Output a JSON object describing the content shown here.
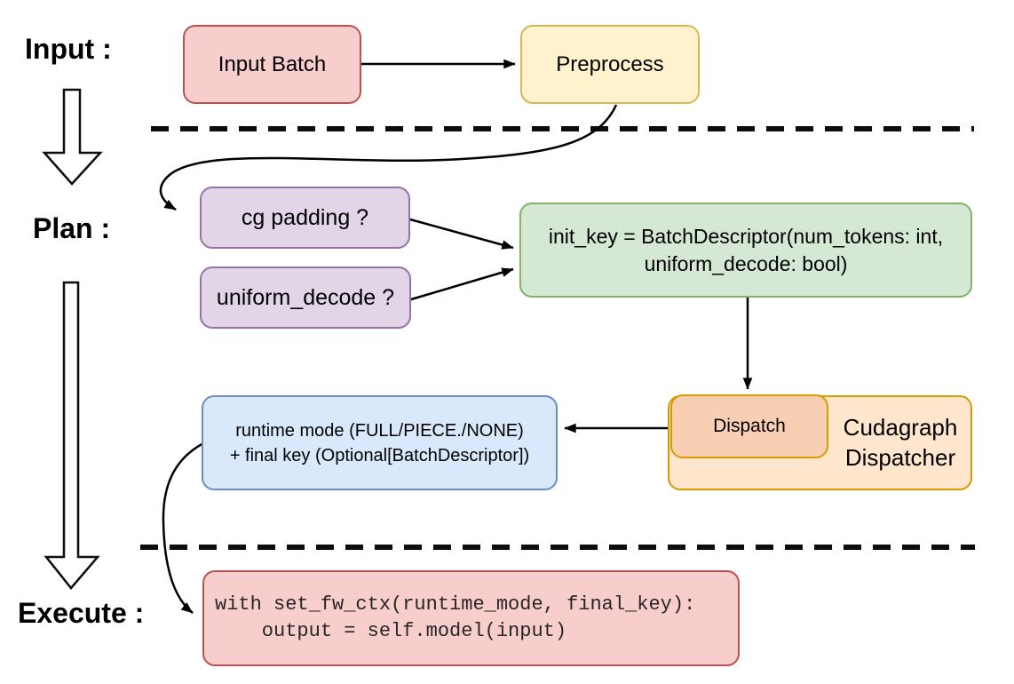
{
  "labels": {
    "input": "Input :",
    "plan": "Plan :",
    "execute": "Execute :"
  },
  "nodes": {
    "input_batch": "Input Batch",
    "preprocess": "Preprocess",
    "cg_padding": "cg padding ?",
    "uniform_decode": "uniform_decode ?",
    "init_key_line1": "init_key = BatchDescriptor(num_tokens: int,",
    "init_key_line2": "uniform_decode: bool)",
    "dispatch": "Dispatch",
    "cudagraph_dispatcher": "Cudagraph Dispatcher",
    "runtime_line1": "runtime mode (FULL/PIECE./NONE)",
    "runtime_line2": "+ final key (Optional[BatchDescriptor])",
    "code_line1": "with set_fw_ctx(runtime_mode, final_key):",
    "code_line2": "    output = self.model(input)"
  },
  "colors": {
    "red_fill": "#f8cecc",
    "red_stroke": "#b85450",
    "yellow_fill": "#fff2cc",
    "yellow_stroke": "#d6b656",
    "purple_fill": "#e1d5e7",
    "purple_stroke": "#9673a6",
    "green_fill": "#d5e8d4",
    "green_stroke": "#82b366",
    "blue_fill": "#dae8fc",
    "blue_stroke": "#6c8ebf",
    "orange_fill": "#ffe6cc",
    "orange_stroke": "#d79b00",
    "dispatch_fill": "#f9cfb3",
    "connector": "#000000"
  }
}
